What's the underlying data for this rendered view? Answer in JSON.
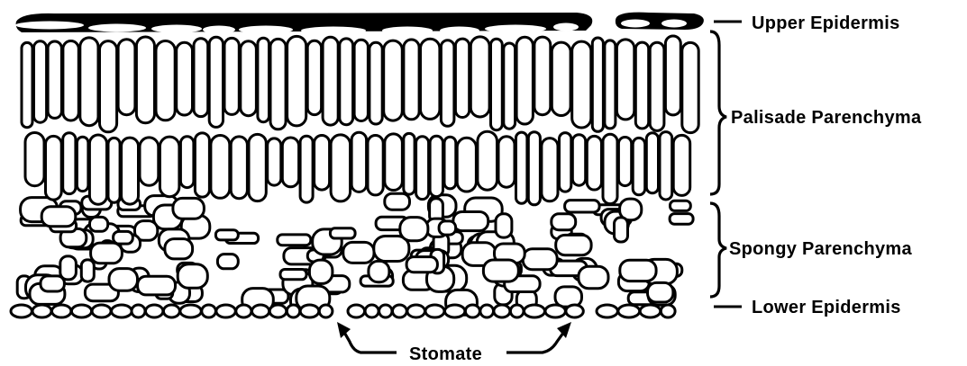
{
  "labels": {
    "upper_epidermis": "Upper Epidermis",
    "palisade": "Palisade Parenchyma",
    "spongy": "Spongy Parenchyma",
    "lower_epidermis": "Lower Epidermis",
    "stomate": "Stomate"
  },
  "colors": {
    "ink": "#000000",
    "paper": "#ffffff"
  }
}
